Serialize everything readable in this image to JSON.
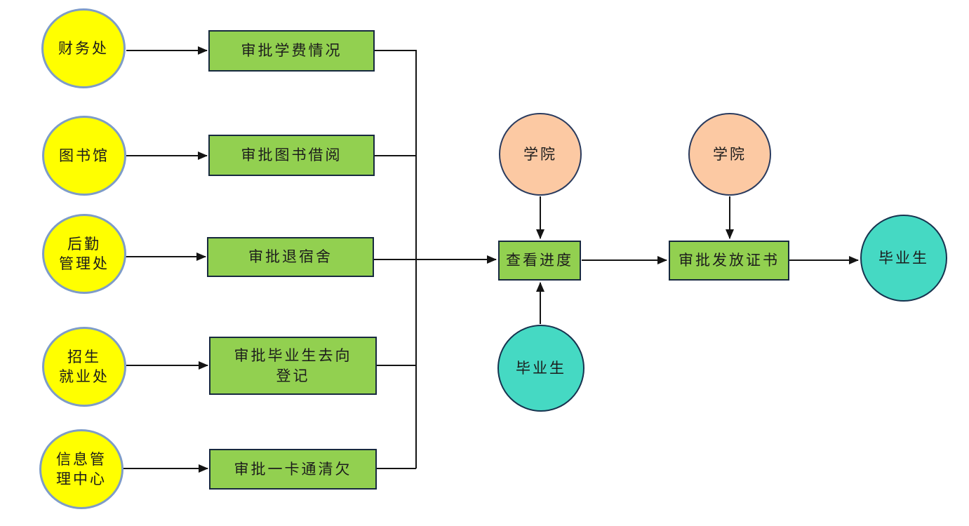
{
  "diagram": {
    "type": "flowchart",
    "background": "#ffffff",
    "colors": {
      "source_circle_fill": "#ffff00",
      "source_circle_border": "#7e9cc8",
      "process_box_fill": "#92d050",
      "process_box_border": "#17293f",
      "college_circle_fill": "#fcc9a3",
      "college_circle_border": "#2a3b5e",
      "graduate_circle_fill": "#45d9c3",
      "graduate_circle_border": "#17334f",
      "connector_line": "#141414"
    },
    "sources": [
      {
        "label": "财务处"
      },
      {
        "label": "图书馆"
      },
      {
        "label": "后勤\n管理处"
      },
      {
        "label": "招生\n就业处"
      },
      {
        "label": "信息管\n理中心"
      }
    ],
    "processes": [
      {
        "label": "审批学费情况"
      },
      {
        "label": "审批图书借阅"
      },
      {
        "label": "审批退宿舍"
      },
      {
        "label": "审批毕业生去向\n登记"
      },
      {
        "label": "审批一卡通清欠"
      }
    ],
    "progress_box_label": "查看进度",
    "certificate_box_label": "审批发放证书",
    "college_top_left_label": "学院",
    "college_top_right_label": "学院",
    "graduate_bottom_label": "毕业生",
    "graduate_right_label": "毕业生"
  }
}
